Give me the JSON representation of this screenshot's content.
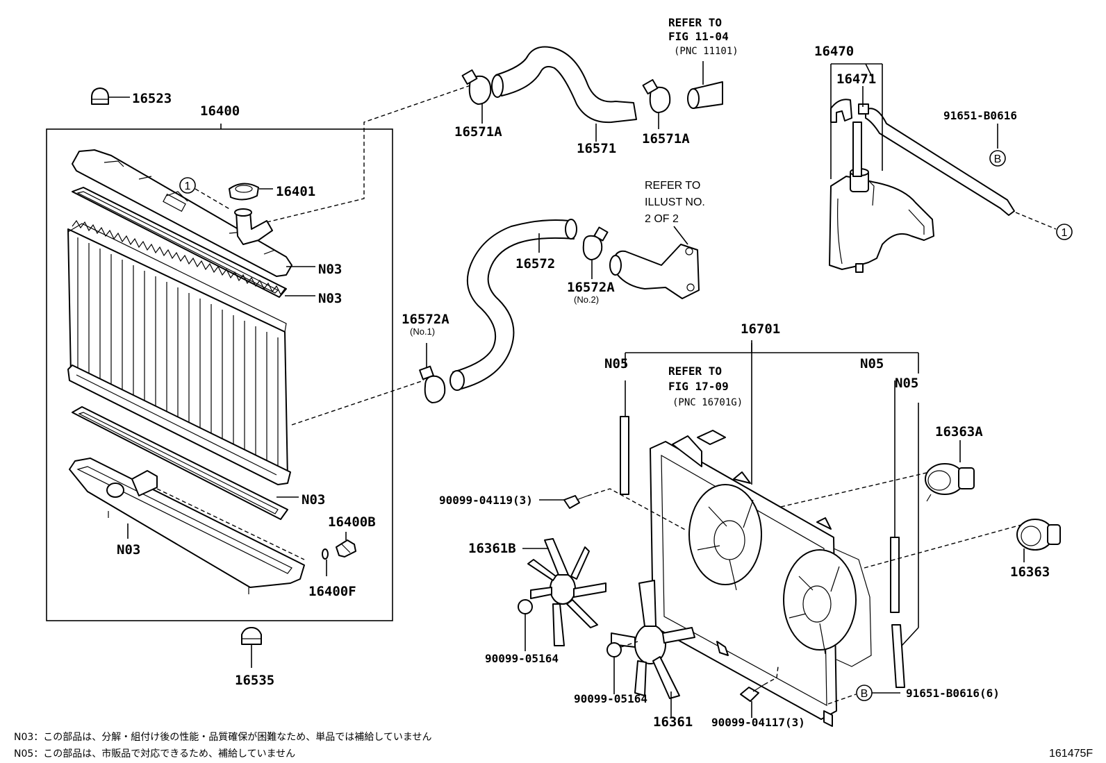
{
  "part_labels": {
    "p16523": "16523",
    "p16400": "16400",
    "p16401": "16401",
    "n03_a": "N03",
    "n03_b": "N03",
    "n03_c": "N03",
    "n03_d": "N03",
    "p16400b": "16400B",
    "p16400f": "16400F",
    "p16535": "16535",
    "p16571a_1": "16571A",
    "p16571": "16571",
    "p16571a_2": "16571A",
    "p16572": "16572",
    "p16572a_no2": "16572A",
    "p16572a_no1": "16572A",
    "p16470": "16470",
    "p16471": "16471",
    "p91651_b0616": "91651-B0616",
    "p16701": "16701",
    "n05_a": "N05",
    "n05_b": "N05",
    "n05_c": "N05",
    "p16363a": "16363A",
    "p16363": "16363",
    "p90099_04119": "90099-04119(3)",
    "p16361b": "16361B",
    "p90099_05164_a": "90099-05164",
    "p90099_05164_b": "90099-05164",
    "p16361": "16361",
    "p90099_04117": "90099-04117(3)",
    "p91651_b0616_6": "91651-B0616(6)"
  },
  "sublabels": {
    "no2": "(No.2)",
    "no1": "(No.1)"
  },
  "references": {
    "fig1104": {
      "l1": "REFER TO",
      "l2": "FIG 11-04",
      "l3": "(PNC 11101)"
    },
    "illust": {
      "l1": "REFER TO",
      "l2": "ILLUST NO.",
      "l3": "2 OF 2"
    },
    "fig1709": {
      "l1": "REFER TO",
      "l2": "FIG 17-09",
      "l3": "(PNC 16701G)"
    }
  },
  "markers": {
    "one": "1",
    "b": "B"
  },
  "notes": {
    "n03": "N03：この部品は、分解・組付け後の性能・品質確保が困難なため、単品では補給していません",
    "n05": "N05：この部品は、市販品で対応できるため、補給していません"
  },
  "figure_id": "161475F"
}
